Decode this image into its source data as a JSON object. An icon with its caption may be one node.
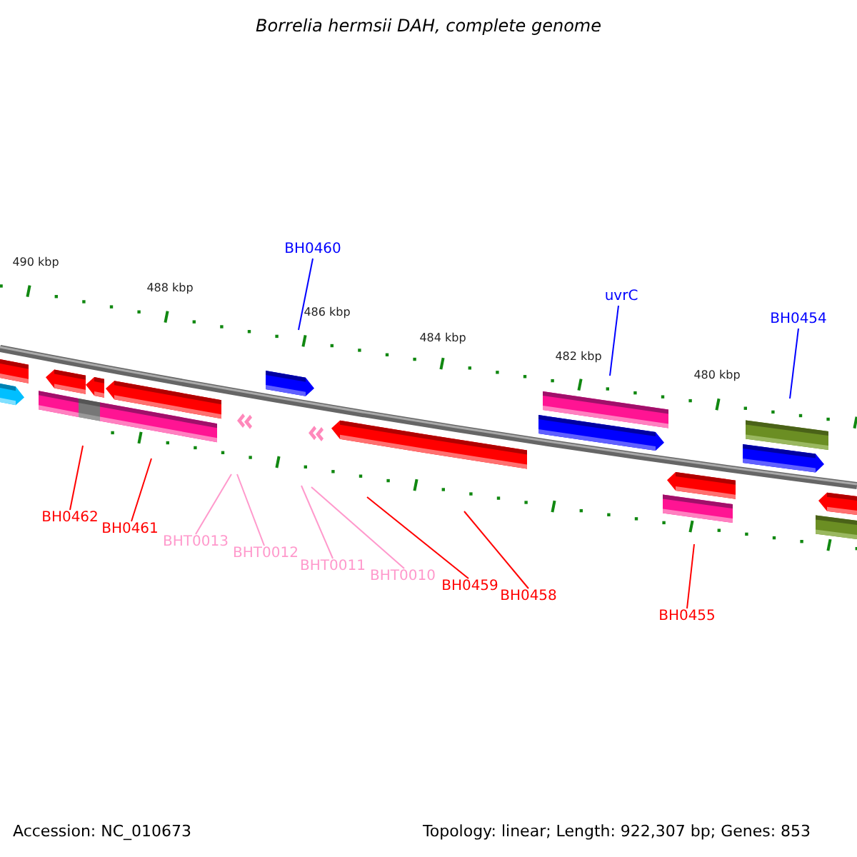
{
  "diagram": {
    "title": "Borrelia hermsii DAH, complete genome",
    "nodes": [
      {
        "text": [
          "BH0460"
        ]
      },
      {
        "text": [
          "uvrC"
        ]
      },
      {
        "text": [
          "BH0454"
        ]
      },
      {
        "text": [
          "BH0462"
        ]
      },
      {
        "text": [
          "BH0461"
        ]
      },
      {
        "text": [
          "BHT0013"
        ]
      },
      {
        "text": [
          "BHT0012"
        ]
      },
      {
        "text": [
          "BHT0011"
        ]
      },
      {
        "text": [
          "BHT0010"
        ]
      },
      {
        "text": [
          "BH0459"
        ]
      },
      {
        "text": [
          "BH0458"
        ]
      },
      {
        "text": [
          "BH0455"
        ]
      }
    ],
    "edges": [
      {
        "from": 0,
        "to": null,
        "arrow": "none",
        "color": "#0000ff"
      },
      {
        "from": 1,
        "to": null,
        "arrow": "none",
        "color": "#0000ff"
      },
      {
        "from": 2,
        "to": null,
        "arrow": "none",
        "color": "#0000ff"
      },
      {
        "from": 3,
        "to": null,
        "arrow": "none"
      },
      {
        "from": 4,
        "to": null,
        "arrow": "none"
      },
      {
        "from": 5,
        "to": null,
        "arrow": "none",
        "color": "#ff99cc"
      },
      {
        "from": 6,
        "to": null,
        "arrow": "none",
        "color": "#ff99cc"
      },
      {
        "from": 7,
        "to": null,
        "arrow": "none",
        "color": "#ff99cc"
      },
      {
        "from": 8,
        "to": null,
        "arrow": "none",
        "color": "#ff99cc"
      },
      {
        "from": 9,
        "to": null,
        "arrow": "none"
      },
      {
        "from": 10,
        "to": null,
        "arrow": "none"
      },
      {
        "from": 11,
        "to": null,
        "arrow": "none"
      }
    ],
    "labels": [
      "490 kbp",
      "488 kbp",
      "486 kbp",
      "484 kbp",
      "482 kbp",
      "480 kbp",
      "Accession: NC_010673",
      "Topology: linear; Length: 922,307 bp; Genes: 853"
    ]
  }
}
